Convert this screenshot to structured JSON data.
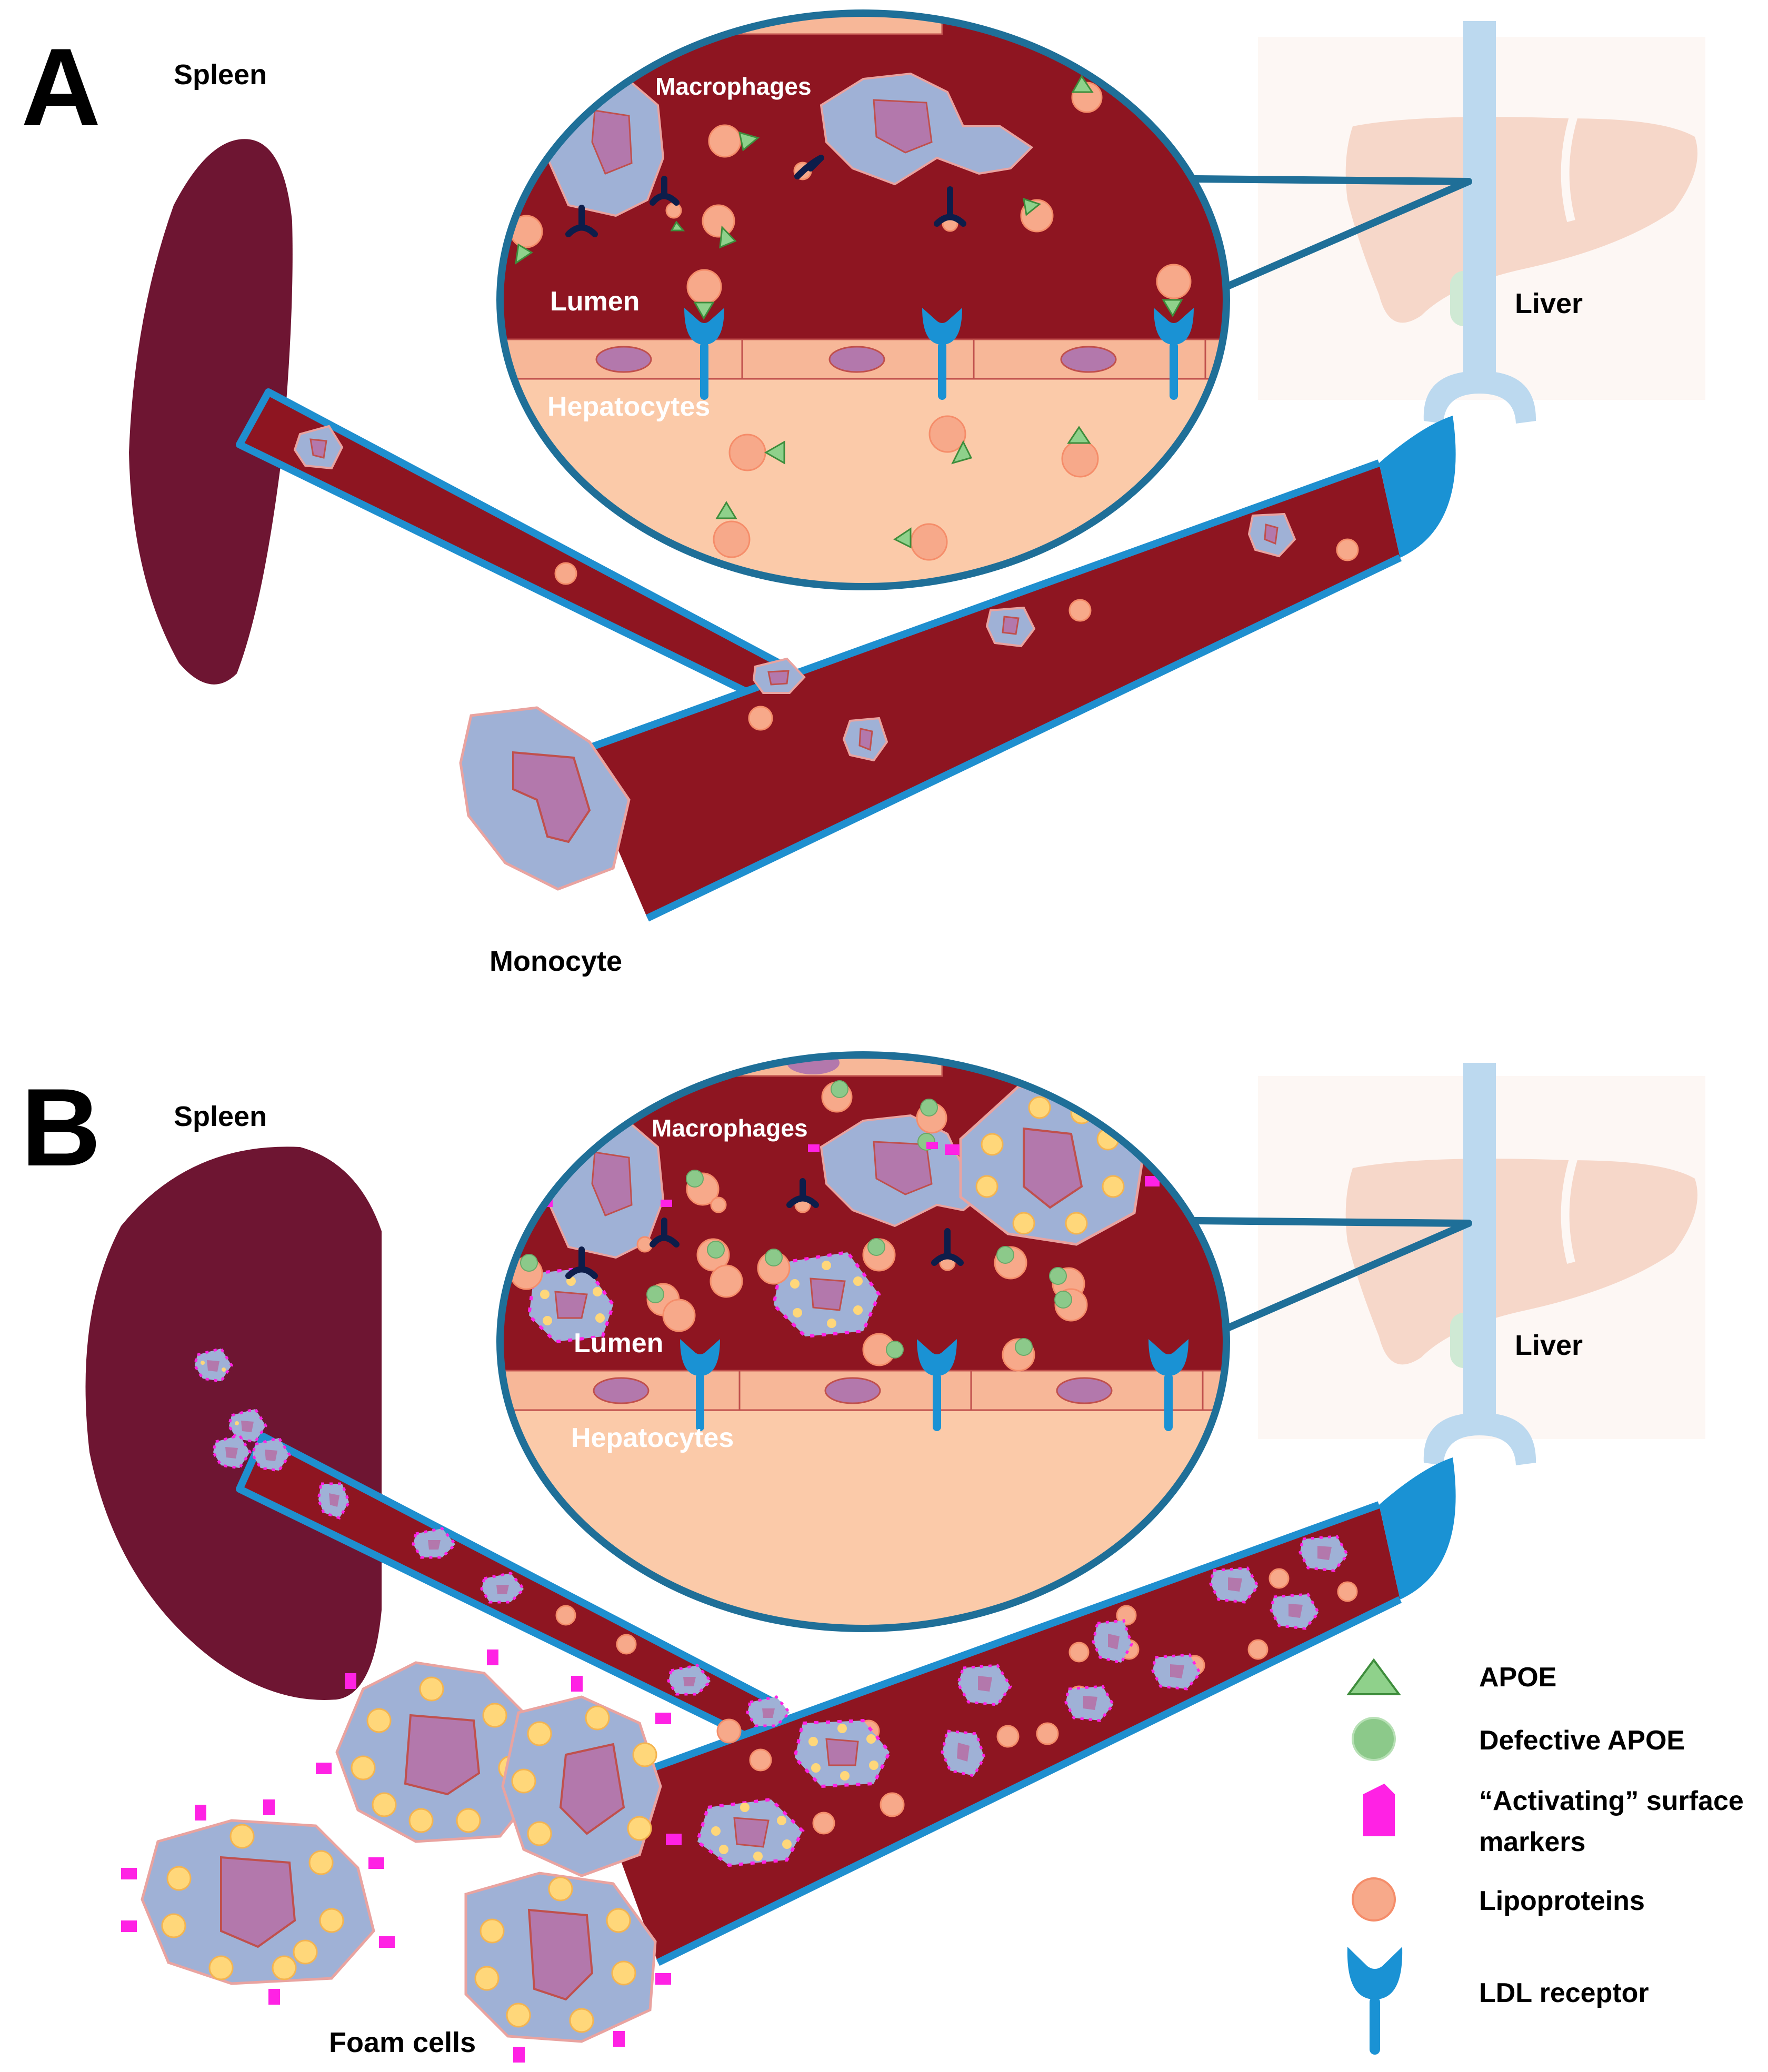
{
  "panel_a": {
    "letter": "A",
    "spleen": "Spleen",
    "liver": "Liver",
    "monocyte": "Monocyte",
    "macrophages": "Macrophages",
    "lumen": "Lumen",
    "hepatocytes": "Hepatocytes"
  },
  "panel_b": {
    "letter": "B",
    "spleen": "Spleen",
    "liver": "Liver",
    "macrophages": "Macrophages",
    "lumen": "Lumen",
    "hepatocytes": "Hepatocytes",
    "foam_cells": "Foam cells"
  },
  "legend": {
    "apoe": "APOE",
    "defective_apoe": "Defective APOE",
    "activating_line1": "“Activating” surface",
    "activating_line2": "markers",
    "lipoproteins": "Lipoproteins",
    "ldl_receptor": "LDL receptor"
  },
  "colors": {
    "blood": "#8e1521",
    "spleen": "#6e1532",
    "vessel_border": "#1f8fcf",
    "cell_body": "#9fb1d6",
    "nucleus": "#b378ac",
    "lipoprotein": "#f7a98a",
    "apoe": "#8fd18b",
    "defective_apoe": "#8cc98a",
    "marker": "#ff22e4",
    "receptor": "#1a92d4",
    "hepatocyte": "#fbcaa9",
    "liver": "#f6d7c9",
    "portal": "#bcd9ef",
    "lipid_droplet": "#ffd77a"
  }
}
